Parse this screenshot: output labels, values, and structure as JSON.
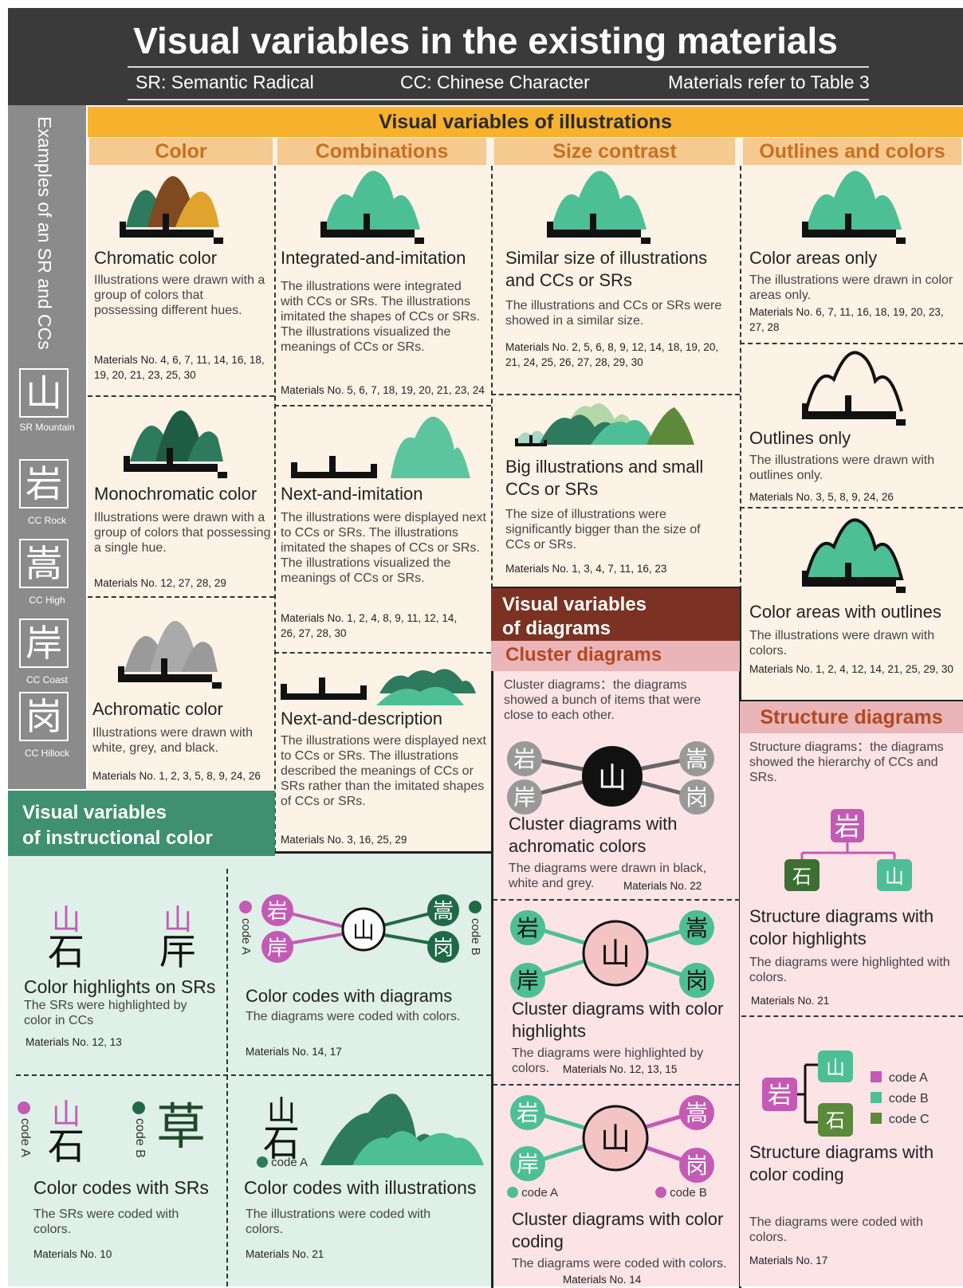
{
  "header": {
    "title": "Visual variables in the existing materials",
    "sr": "SR: Semantic Radical",
    "cc": "CC: Chinese Character",
    "materials": "Materials refer to Table 3"
  },
  "side": {
    "title": "Examples of an SR and CCs",
    "items": [
      {
        "char": "山",
        "label": "SR Mountain"
      },
      {
        "char": "岩",
        "label": "CC Rock"
      },
      {
        "char": "嵩",
        "label": "CC High"
      },
      {
        "char": "岸",
        "label": "CC Coast"
      },
      {
        "char": "岗",
        "label": "CC Hillock"
      }
    ]
  },
  "illustrations": {
    "title": "Visual variables of illustrations",
    "columns": [
      "Color",
      "Combinations",
      "Size contrast",
      "Outlines and colors"
    ],
    "color": [
      {
        "title": "Chromatic color",
        "desc": "Illustrations were drawn with a group of colors that possessing different hues.",
        "mat": "Materials No. 4, 6, 7, 11, 14, 16, 18, 19, 20, 21, 23, 25, 30"
      },
      {
        "title": "Monochromatic color",
        "desc": "Illustrations were drawn with a group of colors that possessing a single hue.",
        "mat": "Materials No. 12, 27, 28, 29"
      },
      {
        "title": "Achromatic color",
        "desc": "Illustrations were drawn with white, grey, and black.",
        "mat": "Materials No. 1, 2, 3, 5, 8, 9, 24, 26"
      }
    ],
    "combinations": [
      {
        "title": "Integrated-and-imitation",
        "desc": "The illustrations were integrated with CCs or SRs. The illustrations imitated the shapes of CCs or SRs. The illustrations visualized the meanings of CCs or SRs.",
        "mat": "Materials No. 5, 6, 7, 18, 19, 20, 21, 23, 24"
      },
      {
        "title": "Next-and-imitation",
        "desc": "The illustrations were displayed next to CCs or SRs. The illustrations imitated the shapes of CCs or SRs. The illustrations visualized the meanings of CCs or SRs.",
        "mat": "Materials No. 1, 2, 4, 8, 9, 11, 12, 14, 26, 27, 28, 30"
      },
      {
        "title": "Next-and-description",
        "desc": "The illustrations were displayed next to CCs or SRs. The illustrations described the meanings of CCs or SRs rather than the imitated shapes of CCs or SRs.",
        "mat": "Materials No. 3, 16, 25, 29"
      }
    ],
    "size": [
      {
        "title": "Similar size of illustrations and CCs or SRs",
        "desc": "The illustrations and CCs or SRs were showed in a similar size.",
        "mat": "Materials No. 2, 5, 6, 8, 9, 12, 14, 18, 19, 20, 21, 24, 25, 26, 27, 28, 29, 30"
      },
      {
        "title": "Big illustrations and small CCs or SRs",
        "desc": "The size of illustrations were significantly bigger than the size of CCs or SRs.",
        "mat": "Materials No. 1, 3, 4, 7, 11, 16, 23"
      }
    ],
    "outlines": [
      {
        "title": "Color areas only",
        "desc": "The illustrations were drawn in color areas only.",
        "mat": "Materials No. 6, 7, 11, 16, 18, 19, 20, 23, 27, 28"
      },
      {
        "title": "Outlines only",
        "desc": "The illustrations were drawn with outlines only.",
        "mat": "Materials No. 3, 5, 8, 9, 24, 26"
      },
      {
        "title": "Color areas with outlines",
        "desc": "The illustrations were drawn with colors.",
        "mat": "Materials  No. 1, 2, 4, 12, 14, 21, 25, 29, 30"
      }
    ]
  },
  "diagrams": {
    "title_a": "Visual variables",
    "title_b": "of diagrams",
    "cluster": "Cluster diagrams",
    "cluster_desc": "Cluster diagrams：the diagrams showed a bunch of items that were close to each other.",
    "items": [
      {
        "title": "Cluster diagrams with achromatic colors",
        "desc": "The diagrams were drawn in black, white and grey.",
        "mat": "Materials No. 22"
      },
      {
        "title": "Cluster diagrams with color highlights",
        "desc": "The diagrams were highlighted by colors.",
        "mat": "Materials No. 12, 13, 15"
      },
      {
        "title": "Cluster diagrams with color coding",
        "desc": "The diagrams were coded with colors.",
        "mat": "Materials No. 14"
      }
    ],
    "codeA": "code A",
    "codeB": "code B",
    "structure": "Structure diagrams",
    "structure_desc": "Structure diagrams：the diagrams showed the hierarchy of CCs and SRs.",
    "sitems": [
      {
        "title": "Structure diagrams with color highlights",
        "desc": "The diagrams were highlighted with colors.",
        "mat": "Materials No. 21"
      },
      {
        "title": "Structure diagrams with color coding",
        "desc": "The diagrams were coded with colors.",
        "mat": "Materials  No. 17"
      }
    ],
    "legend": [
      "code A",
      "code B",
      "code C"
    ]
  },
  "instructional": {
    "title_a": "Visual variables",
    "title_b": "of instructional color",
    "items": [
      {
        "title": "Color highlights on SRs",
        "desc": "The SRs were highlighted by color in CCs",
        "mat": "Materials No. 12, 13"
      },
      {
        "title": "Color codes with diagrams",
        "desc": "The diagrams were coded with colors.",
        "mat": "Materials No. 14, 17"
      },
      {
        "title": "Color codes with SRs",
        "desc": "The SRs were coded with colors.",
        "mat": "Materials No. 10"
      },
      {
        "title": "Color codes with illustrations",
        "desc": "The illustrations were coded with colors.",
        "mat": "Materials No. 21"
      }
    ],
    "codeA": "code A",
    "codeB": "code B",
    "grass": "草",
    "rock_top": "山",
    "rock_bottom": "石",
    "coast_top": "山",
    "coast_bottom": "厈"
  },
  "colors": {
    "green": "#4dbf97",
    "dark_green": "#2d7659",
    "brown": "#7f4a1f",
    "gold": "#e0a32e",
    "pink": "#c55ab5",
    "orange": "#f7b12c"
  }
}
